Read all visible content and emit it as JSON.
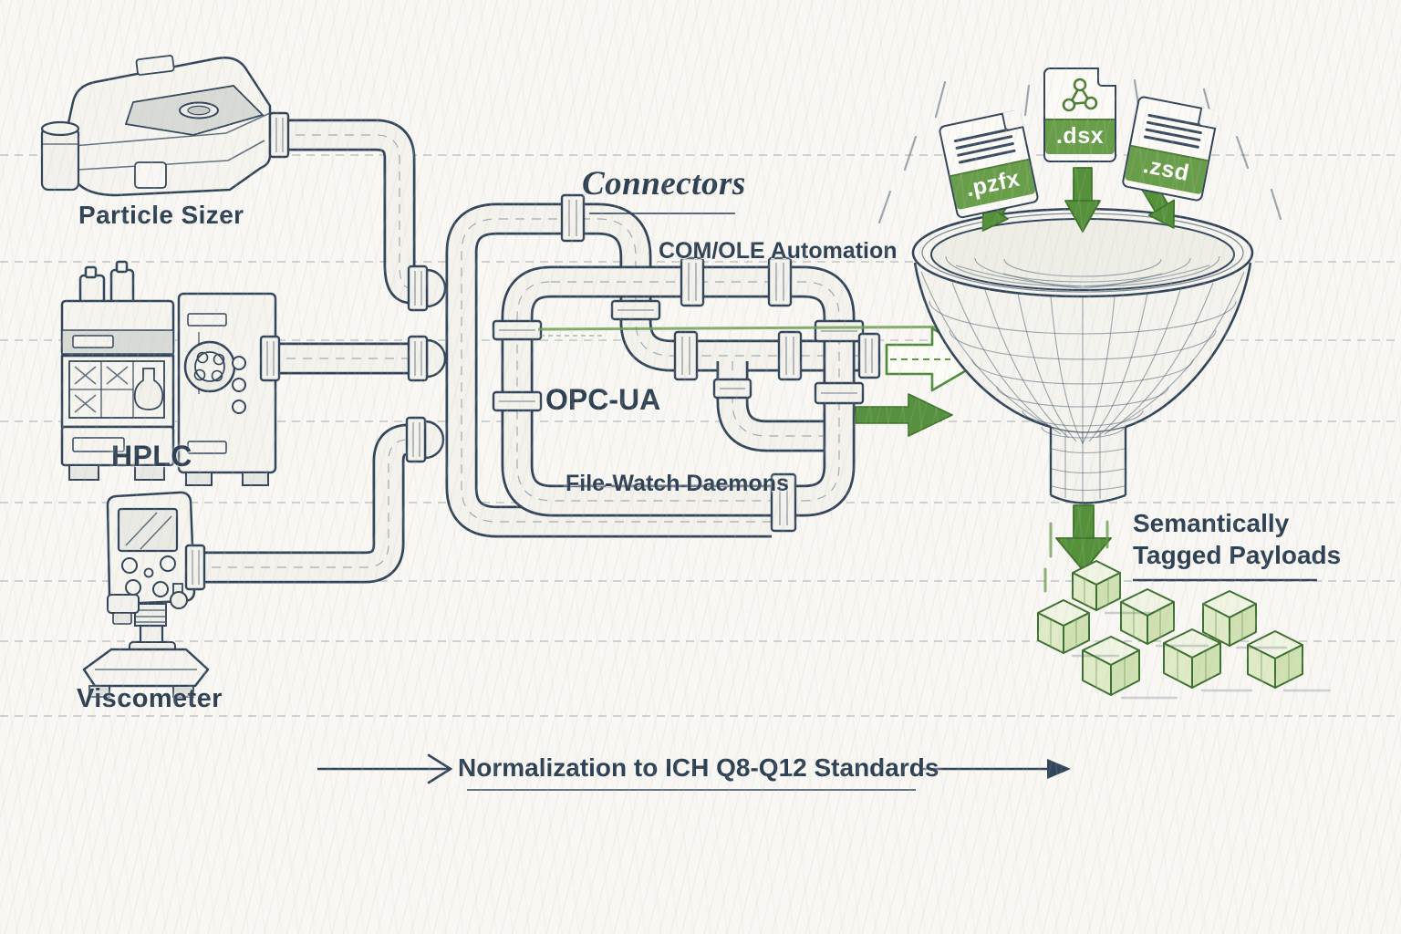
{
  "diagram": {
    "kind": "hand-drawn instrument data-flow diagram"
  },
  "instruments": {
    "particle_sizer": {
      "label": "Particle Sizer"
    },
    "hplc": {
      "label": "HPLC"
    },
    "viscometer": {
      "label": "Viscometer"
    }
  },
  "connectors": {
    "title": "Connectors",
    "com_ole": "COM/OLE Automation",
    "opc_ua": "OPC-UA",
    "file_watch": "File-Watch Daemons"
  },
  "files": {
    "pzfx": ".pzfx",
    "dsx": ".dsx",
    "zsd": ".zsd"
  },
  "output": {
    "line1": "Semantically",
    "line2": "Tagged Payloads"
  },
  "flow": {
    "caption": "Normalization to ICH Q8-Q12 Standards"
  },
  "icons": {
    "dsx": "share-network-icon",
    "file_arrows": "green-down-arrow",
    "funnel": "mesh-funnel",
    "payloads": "green-cubes"
  },
  "colors": {
    "ink": "#32455a",
    "paper": "#f8f7f3",
    "green": "#5d9240",
    "green_dark": "#3f732c",
    "green_banner": "#689e4a",
    "cube_top": "#f0f4e2",
    "cube_left": "#dfeac6",
    "cube_right": "#cfe0b2"
  }
}
